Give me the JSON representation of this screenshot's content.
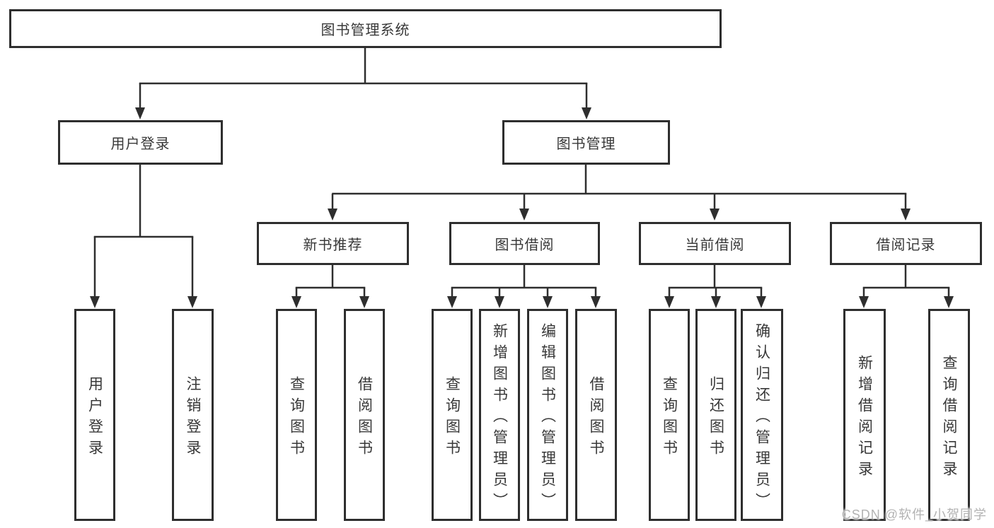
{
  "diagram": {
    "title": "图书管理系统",
    "root": {
      "label": "图书管理系统"
    },
    "level2": [
      {
        "label": "用户登录"
      },
      {
        "label": "图书管理"
      }
    ],
    "level3": [
      {
        "label": "新书推荐"
      },
      {
        "label": "图书借阅"
      },
      {
        "label": "当前借阅"
      },
      {
        "label": "借阅记录"
      }
    ],
    "leaves": [
      {
        "label": "用户登录"
      },
      {
        "label": "注销登录"
      },
      {
        "label": "查询图书"
      },
      {
        "label": "借阅图书"
      },
      {
        "label": "查询图书"
      },
      {
        "label": "新增图书（管理员）"
      },
      {
        "label": "编辑图书（管理员）"
      },
      {
        "label": "借阅图书"
      },
      {
        "label": "查询图书"
      },
      {
        "label": "归还图书"
      },
      {
        "label": "确认归还（管理员）"
      },
      {
        "label": "新增借阅记录"
      },
      {
        "label": "查询借阅记录"
      }
    ]
  },
  "watermark": {
    "text": "CSDN @软件_小贺同学"
  },
  "colors": {
    "line": "#2e2e2e",
    "text": "#383838",
    "watermark": "#b3b3b3",
    "background": "#ffffff"
  }
}
